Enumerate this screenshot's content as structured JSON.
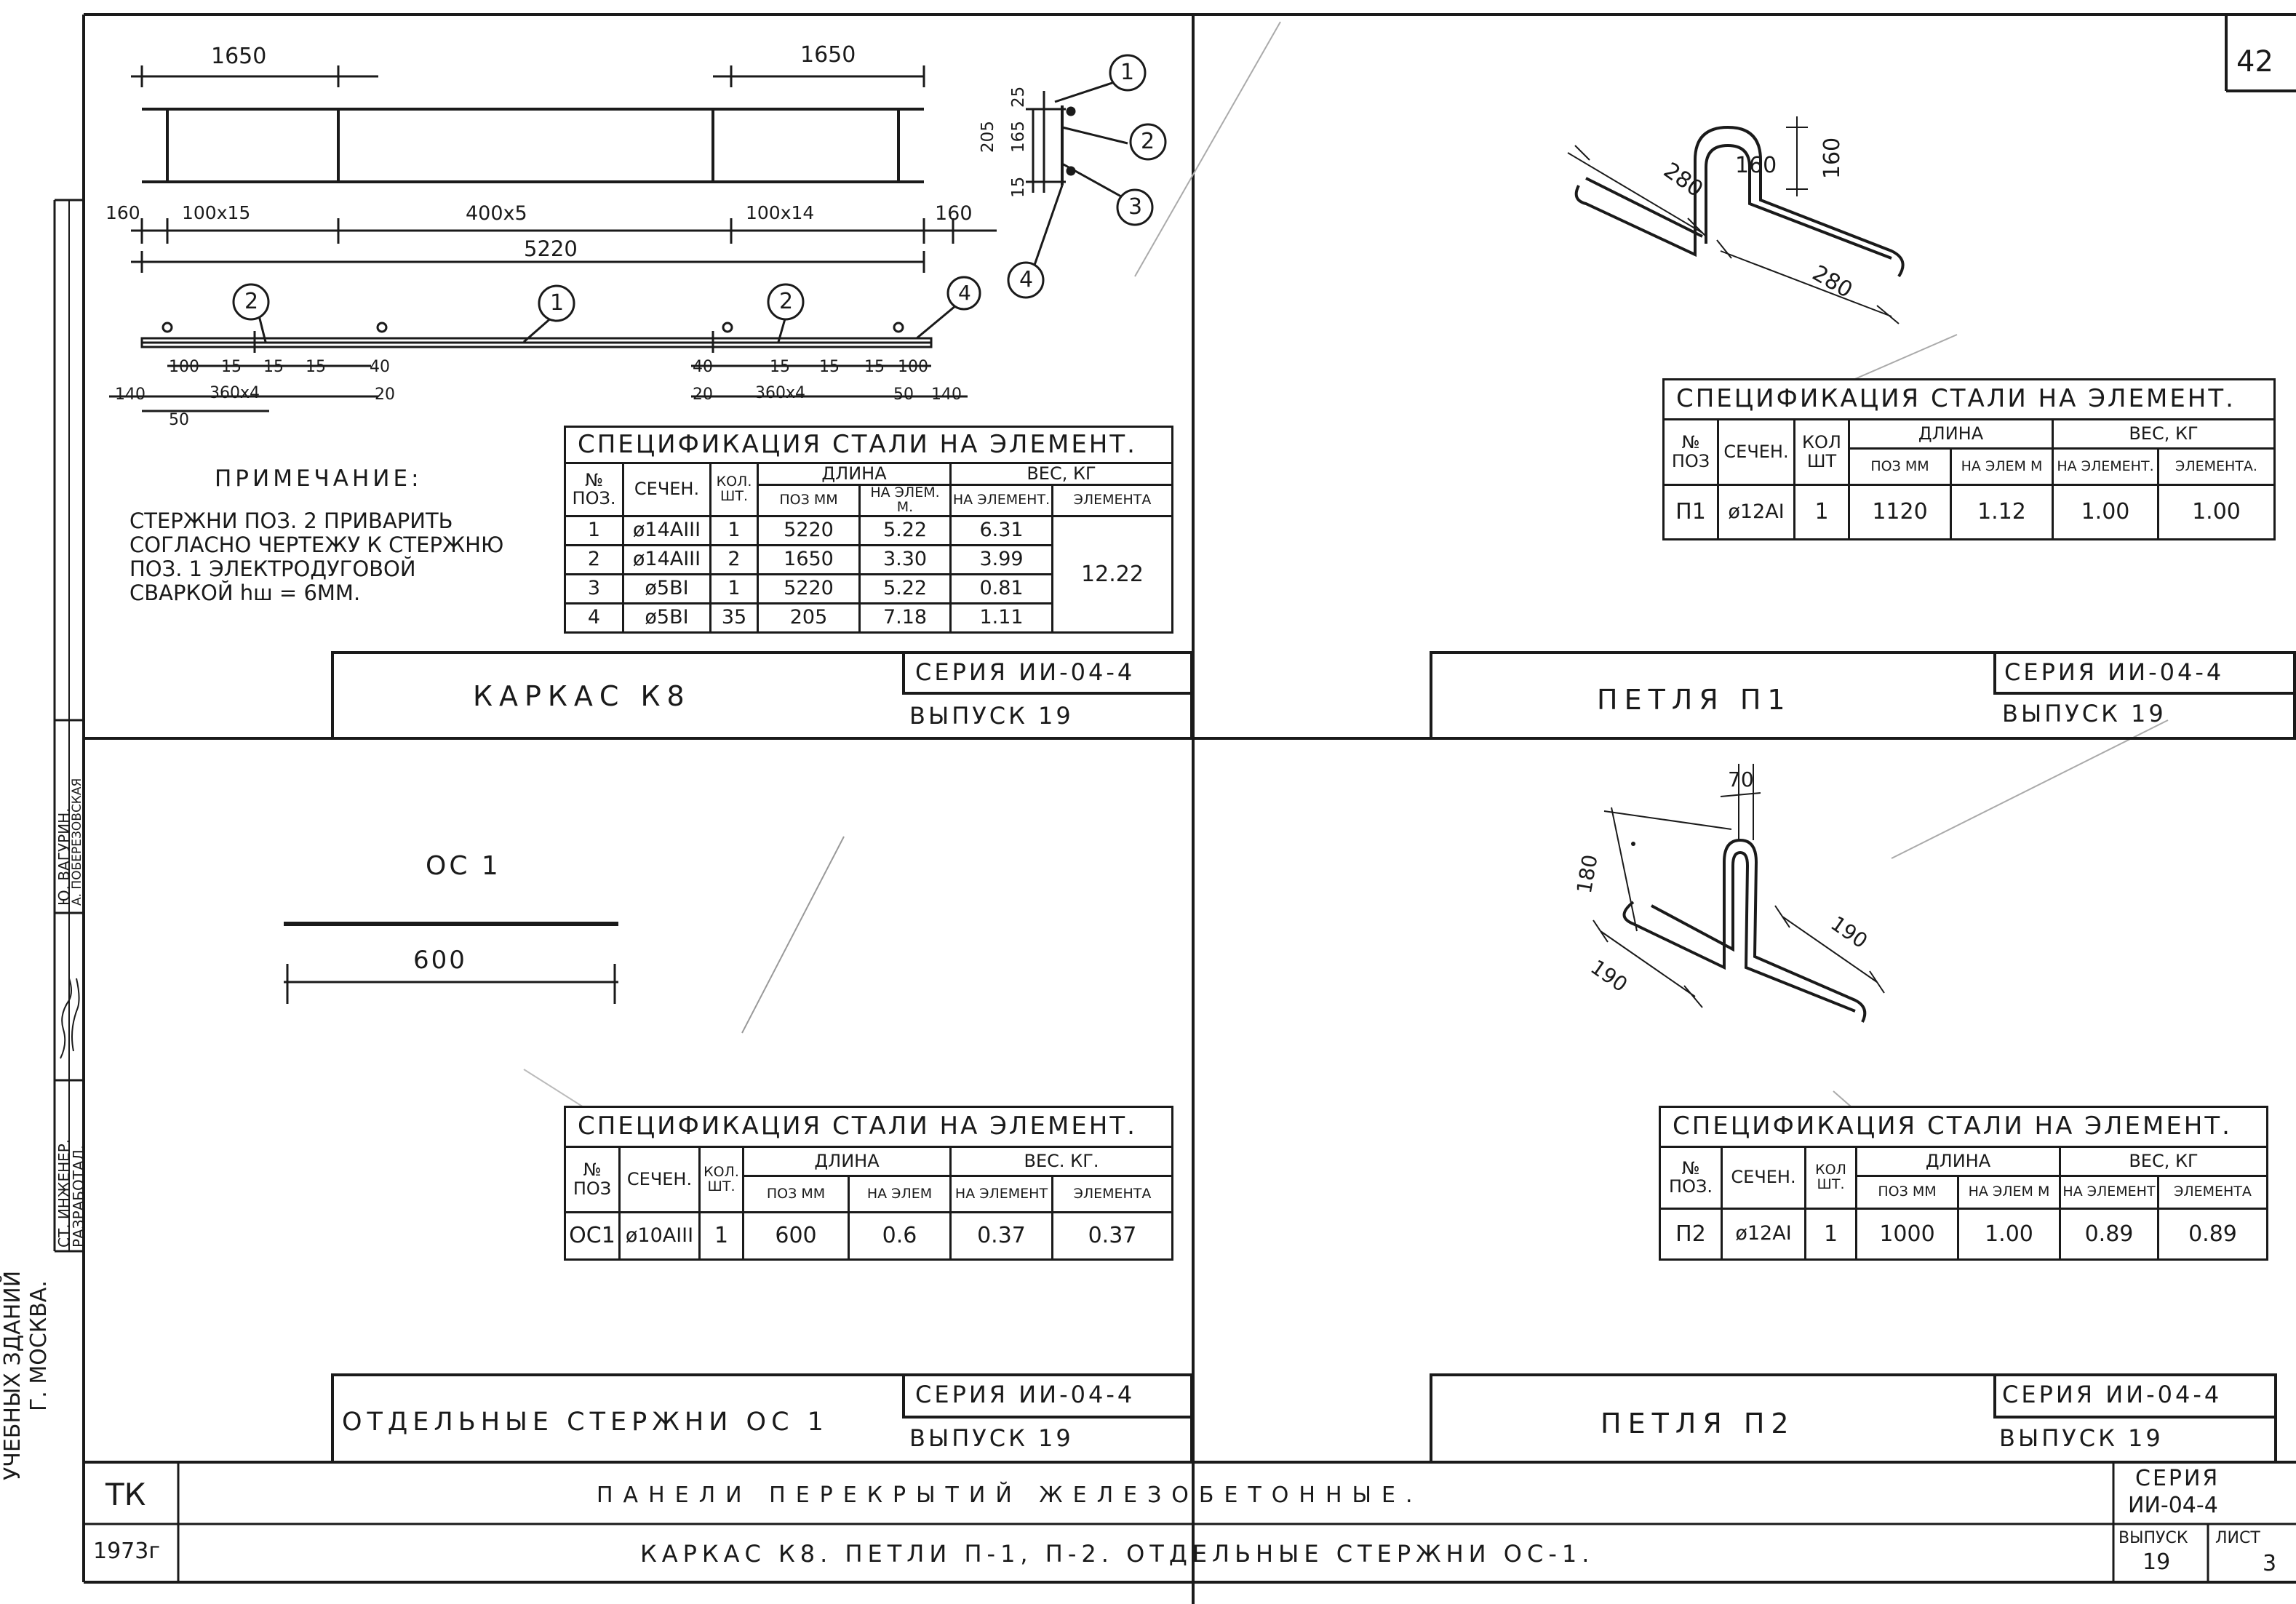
{
  "sheet_number": "42",
  "side_stamp": {
    "org_line1": "УЧЕБНЫХ ЗДАНИЙ",
    "org_line2": "Г. МОСКВА.",
    "role1": "СТ. ИНЖЕНЕР.",
    "role2": "РАЗРАБОТАЛ.",
    "sign1": "",
    "sign2": "",
    "name1": "Ю. ВАГУРИН.",
    "name2": "А. ПОБЕРЕЗОВСКАЯ"
  },
  "panel_k8": {
    "dims_top": {
      "left": "1650",
      "right": "1650",
      "left_end": "160",
      "seg1": "100x15",
      "seg2": "400x5",
      "seg3": "100x14",
      "right_end": "160",
      "total": "5220"
    },
    "section": {
      "d205": "205",
      "d165": "165",
      "d25": "25",
      "d15": "15"
    },
    "callouts": [
      "1",
      "2",
      "3",
      "4"
    ],
    "bottom_callouts": {
      "c2a": "2",
      "c1": "1",
      "c2b": "2",
      "c4": "4"
    },
    "bottom_dims": {
      "l100": "100",
      "l15a": "15",
      "l15b": "15",
      "l15c": "15",
      "l40": "40",
      "l140": "140",
      "l360": "360x4",
      "l20": "20",
      "l50": "50",
      "r40": "40",
      "r15a": "15",
      "r15b": "15",
      "r15c": "15",
      "r100": "100",
      "r20": "20",
      "r360": "360x4",
      "r50": "50",
      "r140": "140"
    },
    "note_title": "ПРИМЕЧАНИЕ:",
    "note_text": "СТЕРЖНИ ПОЗ. 2 ПРИВАРИТЬ СОГЛАСНО ЧЕРТЕЖУ К СТЕРЖНЮ ПОЗ. 1 ЭЛЕКТРОДУГОВОЙ СВАРКОЙ hш = 6ММ.",
    "spec": {
      "caption": "СПЕЦИФИКАЦИЯ СТАЛИ НА ЭЛЕМЕНТ.",
      "h_no": "№ ПОЗ.",
      "h_section": "СЕЧЕН.",
      "h_qty": "КОЛ. ШТ.",
      "h_length": "ДЛИНА",
      "h_weight": "ВЕС, КГ",
      "h_pos_mm": "ПОЗ ММ",
      "h_per_el_m": "НА ЭЛЕМ. М.",
      "h_na_el": "НА ЭЛЕМЕНТ.",
      "h_element": "ЭЛЕМЕНТА",
      "rows": [
        {
          "no": "1",
          "sec": "ø14AIII",
          "qty": "1",
          "len": "5220",
          "len_el": "5.22",
          "w": "6.31"
        },
        {
          "no": "2",
          "sec": "ø14AIII",
          "qty": "2",
          "len": "1650",
          "len_el": "3.30",
          "w": "3.99"
        },
        {
          "no": "3",
          "sec": "ø5BI",
          "qty": "1",
          "len": "5220",
          "len_el": "5.22",
          "w": "0.81"
        },
        {
          "no": "4",
          "sec": "ø5BI",
          "qty": "35",
          "len": "205",
          "len_el": "7.18",
          "w": "1.11"
        }
      ],
      "total": "12.22"
    },
    "title": "КАРКАС К8",
    "series": "СЕРИЯ ИИ-04-4",
    "issue": "ВЫПУСК 19"
  },
  "panel_p1": {
    "dims": {
      "a": "280",
      "b": "160",
      "c": "160",
      "d": "280"
    },
    "spec": {
      "caption": "СПЕЦИФИКАЦИЯ СТАЛИ НА ЭЛЕМЕНТ.",
      "h_no": "№ ПОЗ",
      "h_section": "СЕЧЕН.",
      "h_qty": "КОЛ ШТ",
      "h_length": "ДЛИНА",
      "h_weight": "ВЕС, КГ",
      "h_pos_mm": "ПОЗ ММ",
      "h_per_el_m": "НА ЭЛЕМ М",
      "h_na_el": "НА ЭЛЕМЕНТ.",
      "h_element": "ЭЛЕМЕНТА.",
      "row": {
        "no": "П1",
        "sec": "ø12AI",
        "qty": "1",
        "len": "1120",
        "len_el": "1.12",
        "w": "1.00",
        "total": "1.00"
      }
    },
    "title": "ПЕТЛЯ П1",
    "series": "СЕРИЯ ИИ-04-4",
    "issue": "ВЫПУСК 19"
  },
  "panel_oc1": {
    "label": "ОС 1",
    "dim": "600",
    "spec": {
      "caption": "СПЕЦИФИКАЦИЯ СТАЛИ НА ЭЛЕМЕНТ.",
      "h_no": "№ ПОЗ",
      "h_section": "СЕЧЕН.",
      "h_qty": "КОЛ. ШТ.",
      "h_length": "ДЛИНА",
      "h_weight": "ВЕС. КГ.",
      "h_pos_mm": "ПОЗ ММ",
      "h_per_el_m": "НА ЭЛЕМ",
      "h_na_el": "НА ЭЛЕМЕНТ",
      "h_element": "ЭЛЕМЕНТА",
      "row": {
        "no": "ОС1",
        "sec": "ø10AIII",
        "qty": "1",
        "len": "600",
        "len_el": "0.6",
        "w": "0.37",
        "total": "0.37"
      }
    },
    "title": "ОТДЕЛЬНЫЕ СТЕРЖНИ ОС 1",
    "series": "СЕРИЯ ИИ-04-4",
    "issue": "ВЫПУСК 19"
  },
  "panel_p2": {
    "dims": {
      "a": "70",
      "b": "180",
      "c": "190",
      "d": "190"
    },
    "spec": {
      "caption": "СПЕЦИФИКАЦИЯ СТАЛИ НА ЭЛЕМЕНТ.",
      "h_no": "№ ПОЗ.",
      "h_section": "СЕЧЕН.",
      "h_qty": "КОЛ ШТ.",
      "h_length": "ДЛИНА",
      "h_weight": "ВЕС, КГ",
      "h_pos_mm": "ПОЗ ММ",
      "h_per_el_m": "НА ЭЛЕМ М",
      "h_na_el": "НА ЭЛЕМЕНТ",
      "h_element": "ЭЛЕМЕНТА",
      "row": {
        "no": "П2",
        "sec": "ø12AI",
        "qty": "1",
        "len": "1000",
        "len_el": "1.00",
        "w": "0.89",
        "total": "0.89"
      }
    },
    "title": "ПЕТЛЯ П2",
    "series": "СЕРИЯ ИИ-04-4",
    "issue": "ВЫПУСК 19"
  },
  "footer": {
    "tk": "ТК",
    "year": "1973г",
    "line1": "ПАНЕЛИ ПЕРЕКРЫТИЙ ЖЕЛЕЗОБЕТОННЫЕ.",
    "line2": "КАРКАС К8. ПЕТЛИ П-1, П-2. ОТДЕЛЬНЫЕ СТЕРЖНИ ОС-1.",
    "series_label": "СЕРИЯ",
    "series": "ИИ-04-4",
    "issue_label": "ВЫПУСК",
    "issue": "19",
    "sheet_label": "ЛИСТ",
    "sheet": "3"
  }
}
